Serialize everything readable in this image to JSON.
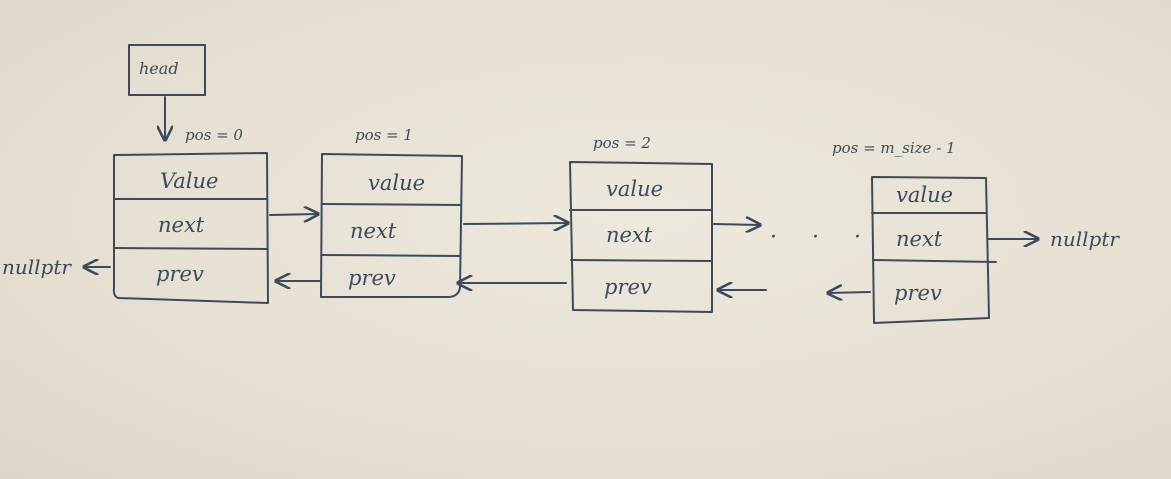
{
  "head": {
    "label": "head"
  },
  "nodes": [
    {
      "pos": "pos = 0",
      "value": "Value",
      "next": "next",
      "prev": "prev"
    },
    {
      "pos": "pos = 1",
      "value": "value",
      "next": "next",
      "prev": "prev"
    },
    {
      "pos": "pos = 2",
      "value": "value",
      "next": "next",
      "prev": "prev"
    },
    {
      "pos": "pos = m_size - 1",
      "value": "value",
      "next": "next",
      "prev": "prev"
    }
  ],
  "null_left": "nullptr",
  "null_right": "nullptr",
  "ellipsis": "· · ·"
}
